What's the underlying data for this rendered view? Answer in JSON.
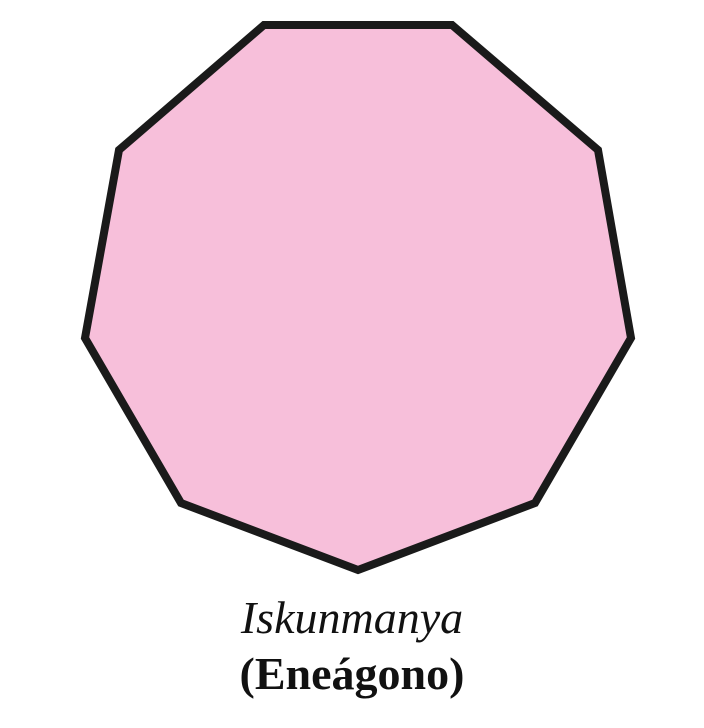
{
  "shape": {
    "name": "nonagon",
    "sides": 9,
    "fill_color": "#f7bfda",
    "stroke_color": "#1a1a1a"
  },
  "caption": {
    "name": "Iskunmanya",
    "translation": "(Eneágono)"
  }
}
